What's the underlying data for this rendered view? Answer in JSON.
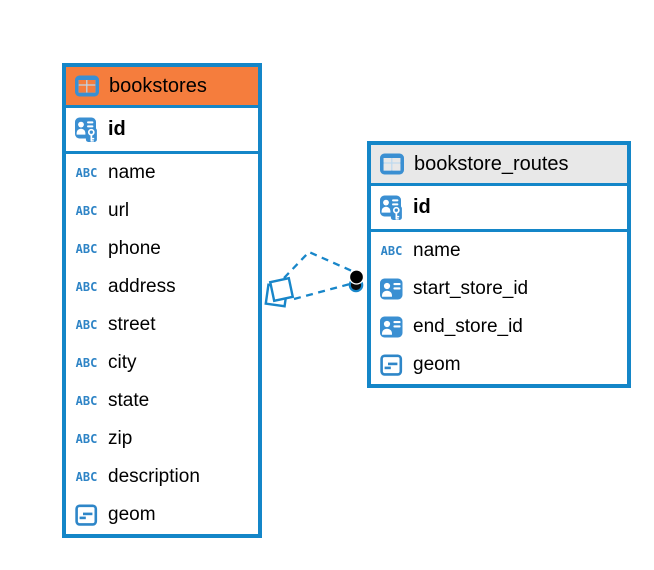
{
  "app": {
    "view": "entity-relationship-diagram"
  },
  "colors": {
    "table_border_blue": "#1486c8",
    "icon_blue": "#3a8fd2",
    "abc_text_blue": "#2e84c6",
    "selected_header_orange": "#f57d3d",
    "header_gray": "#e8e8e8",
    "relationship_line_blue": "#1886c9",
    "endpoint_dot_black": "#000000",
    "canvas_background": "#ffffff"
  },
  "icons": {
    "text_glyph": "ABC",
    "table_icon": "table-icon",
    "primary_key_icon": "primary-key-icon",
    "reference_icon": "reference-key-icon",
    "geometry_icon": "geometry-icon"
  },
  "tables": [
    {
      "name": "bookstores",
      "header_color": "#f57d3d",
      "primary_key": {
        "name": "id",
        "icon": "primary-key-icon"
      },
      "columns": [
        {
          "name": "name",
          "icon": "text-icon"
        },
        {
          "name": "url",
          "icon": "text-icon"
        },
        {
          "name": "phone",
          "icon": "text-icon"
        },
        {
          "name": "address",
          "icon": "text-icon"
        },
        {
          "name": "street",
          "icon": "text-icon"
        },
        {
          "name": "city",
          "icon": "text-icon"
        },
        {
          "name": "state",
          "icon": "text-icon"
        },
        {
          "name": "zip",
          "icon": "text-icon"
        },
        {
          "name": "description",
          "icon": "text-icon"
        },
        {
          "name": "geom",
          "icon": "geometry-icon"
        }
      ]
    },
    {
      "name": "bookstore_routes",
      "header_color": "#e8e8e8",
      "primary_key": {
        "name": "id",
        "icon": "primary-key-icon"
      },
      "columns": [
        {
          "name": "name",
          "icon": "text-icon"
        },
        {
          "name": "start_store_id",
          "icon": "reference-key-icon"
        },
        {
          "name": "end_store_id",
          "icon": "reference-key-icon"
        },
        {
          "name": "geom",
          "icon": "geometry-icon"
        }
      ]
    }
  ],
  "relationship": {
    "type": "foreign-key",
    "from_table": "bookstores",
    "to_table": "bookstore_routes",
    "line_style": "dashed",
    "line_count": 2
  }
}
